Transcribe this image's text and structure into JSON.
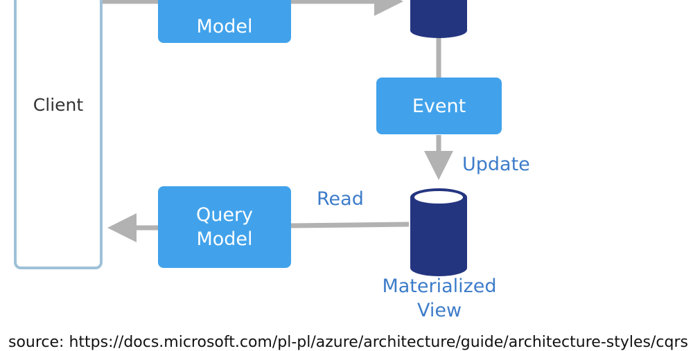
{
  "nodes": {
    "client": "Client",
    "command_model": "Model",
    "event": "Event",
    "query_model": [
      "Query",
      "Model"
    ],
    "materialized_view": [
      "Materialized",
      "View"
    ]
  },
  "edge_labels": {
    "update": "Update",
    "read": "Read"
  },
  "footer": {
    "source": "source: https://docs.microsoft.com/pl-pl/azure/architecture/guide/architecture-styles/cqrs"
  },
  "colors": {
    "box": "#41a2eb",
    "database": "#243580",
    "arrow": "#b2b2b2",
    "label": "#3d7cc9",
    "client_border": "#9ec1d8"
  }
}
